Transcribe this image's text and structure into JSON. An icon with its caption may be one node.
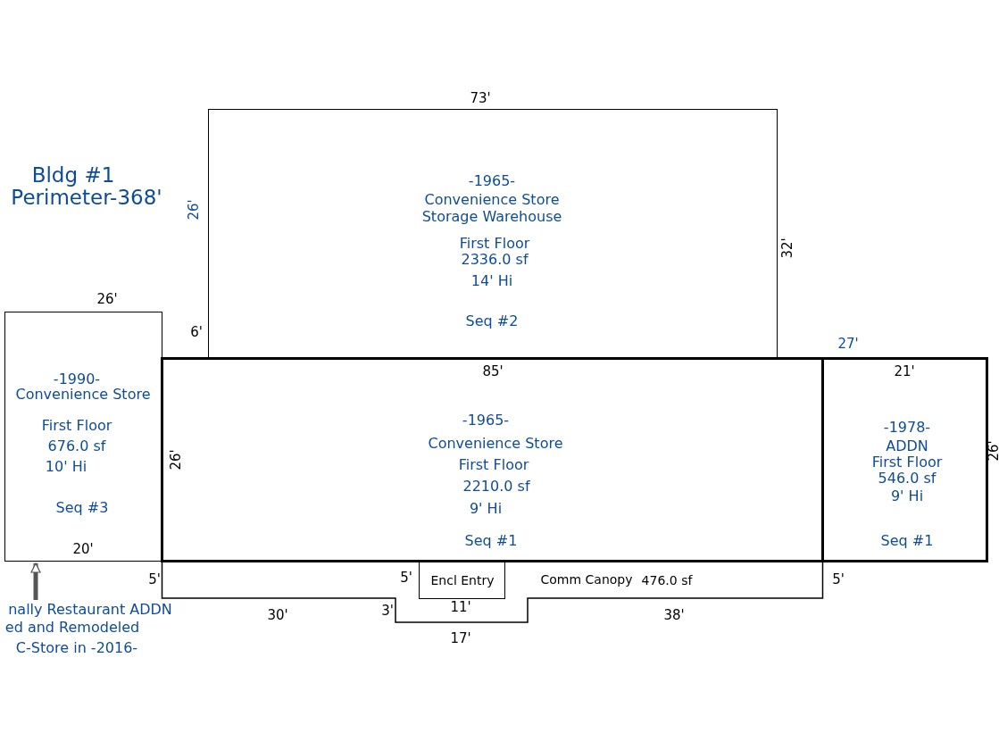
{
  "diagram": {
    "title": "Bldg #1",
    "nodes": [
      {
        "text": [
          "-1965-",
          "Convenience Store",
          "Storage Warehouse",
          "First Floor",
          "2336.0 sf",
          "14' Hi",
          "Seq #2"
        ]
      },
      {
        "text": [
          "-1990-",
          "Convenience Store",
          "First Floor",
          "676.0 sf",
          "10' Hi",
          "Seq #3"
        ]
      },
      {
        "text": [
          "-1965-",
          "Convenience Store",
          "First Floor",
          "2210.0 sf",
          "9' Hi",
          "Seq #1"
        ]
      },
      {
        "text": [
          "-1978-",
          "ADDN",
          "First Floor",
          "546.0 sf",
          "9' Hi",
          "Seq #1"
        ]
      },
      {
        "text": [
          "Comm Canopy",
          "476.0 sf"
        ]
      },
      {
        "text": [
          "Encl Entry"
        ],
        "in": 4
      },
      {
        "text": [
          "nally Restaurant ADDN",
          "ed and Remodeled",
          "C-Store in -2016-"
        ]
      }
    ],
    "edges": [
      {
        "from": 6,
        "to": 1,
        "arrow": "to"
      }
    ],
    "labels": [
      "Perimeter-368'",
      "73'",
      "26'",
      "32'",
      "26'",
      "6'",
      "27'",
      "85'",
      "21'",
      "26'",
      "26'",
      "20'",
      "5'",
      "5'",
      "5'",
      "30'",
      "3'",
      "11'",
      "38'",
      "17'"
    ]
  }
}
